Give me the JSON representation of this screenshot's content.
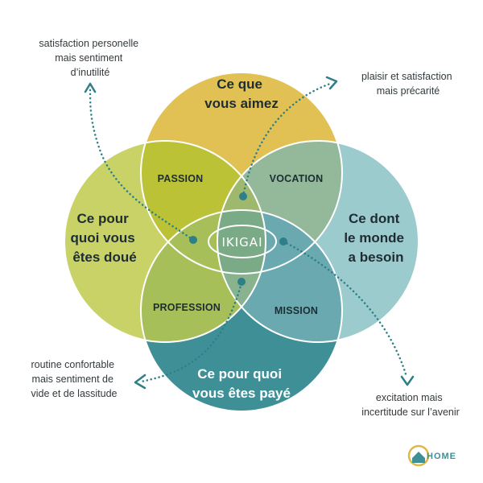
{
  "circles": {
    "love": {
      "lines": [
        "Ce que",
        "vous aimez"
      ],
      "color": "#e1c154"
    },
    "good_at": {
      "lines": [
        "Ce pour",
        "quoi vous",
        "êtes doué"
      ],
      "color": "#c8d267"
    },
    "world_needs": {
      "lines": [
        "Ce dont",
        "le monde",
        "a besoin"
      ],
      "color": "#9ccbce"
    },
    "paid_for": {
      "lines": [
        "Ce pour quoi",
        "vous êtes payé"
      ],
      "color": "#3f8f96"
    }
  },
  "zones": {
    "passion": "PASSION",
    "vocation": "VOCATION",
    "profession": "PROFESSION",
    "mission": "MISSION",
    "center": "IKIGAI"
  },
  "notes": {
    "top_left": [
      "satisfaction personelle",
      "mais sentiment",
      "d’inutilité"
    ],
    "top_right": [
      "plaisir et satisfaction",
      "mais précarité"
    ],
    "bottom_left": [
      "routine confortable",
      "mais sentiment de",
      "vide et de lassitude"
    ],
    "bottom_right": [
      "excitation mais",
      "incertitude sur l’avenir"
    ]
  },
  "logo": {
    "text": "HOME"
  },
  "colors": {
    "passion_zone": "#bcc236",
    "vocation_zone": "#93b89a",
    "profession_zone": "#a6bf58",
    "mission_zone": "#6ba9b0",
    "center": "#7bab86",
    "arrow": "#2e7f87",
    "outline": "#ffffff"
  }
}
